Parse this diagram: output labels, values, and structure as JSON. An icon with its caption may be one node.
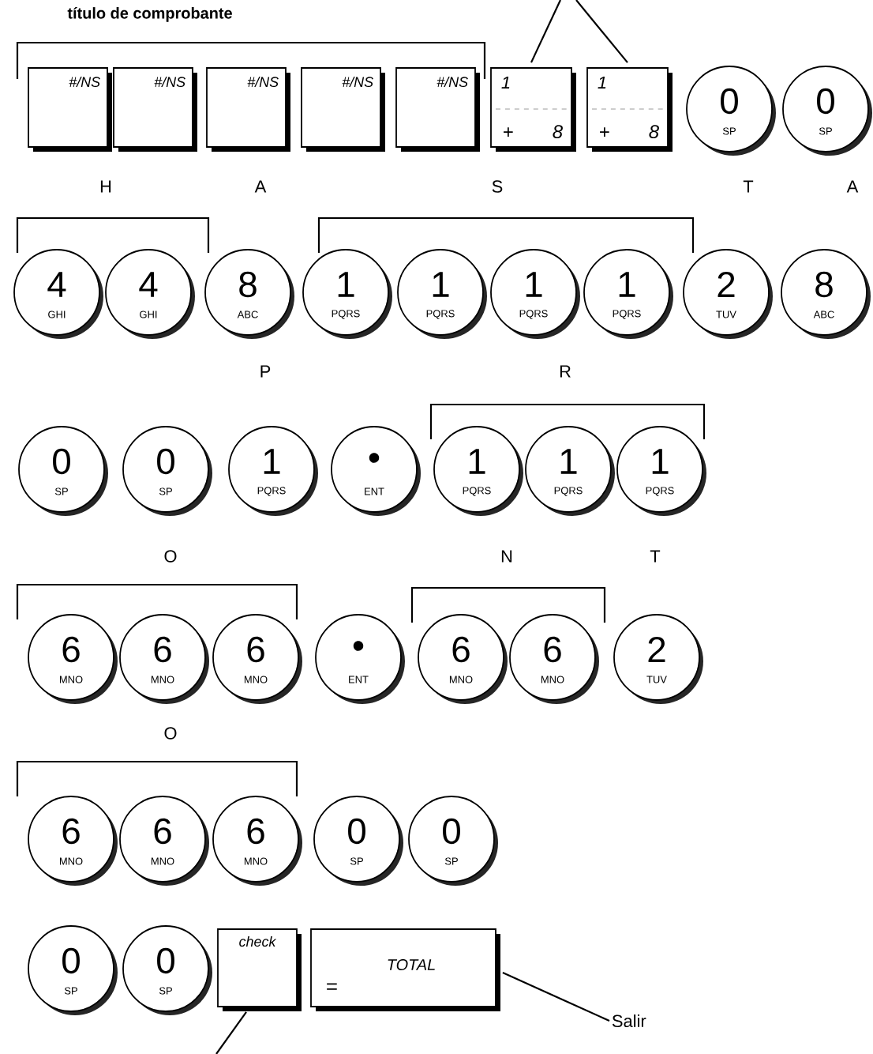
{
  "diagram": {
    "nodes": [
      {
        "text": [
          "#/NS"
        ]
      },
      {
        "text": [
          "#/NS"
        ]
      },
      {
        "text": [
          "#/NS"
        ]
      },
      {
        "text": [
          "#/NS"
        ]
      },
      {
        "text": [
          "#/NS"
        ]
      },
      {
        "text": [
          "1",
          "+",
          "8"
        ]
      },
      {
        "text": [
          "1",
          "+",
          "8"
        ]
      },
      {
        "text": [
          "0",
          "SP"
        ]
      },
      {
        "text": [
          "0",
          "SP"
        ]
      },
      {
        "text": [
          "4",
          "GHI"
        ]
      },
      {
        "text": [
          "4",
          "GHI"
        ]
      },
      {
        "text": [
          "8",
          "ABC"
        ]
      },
      {
        "text": [
          "1",
          "PQRS"
        ]
      },
      {
        "text": [
          "1",
          "PQRS"
        ]
      },
      {
        "text": [
          "1",
          "PQRS"
        ]
      },
      {
        "text": [
          "1",
          "PQRS"
        ]
      },
      {
        "text": [
          "2",
          "TUV"
        ]
      },
      {
        "text": [
          "8",
          "ABC"
        ]
      },
      {
        "text": [
          "0",
          "SP"
        ]
      },
      {
        "text": [
          "0",
          "SP"
        ]
      },
      {
        "text": [
          "1",
          "PQRS"
        ]
      },
      {
        "text": [
          "•",
          "ENT"
        ]
      },
      {
        "text": [
          "1",
          "PQRS"
        ]
      },
      {
        "text": [
          "1",
          "PQRS"
        ]
      },
      {
        "text": [
          "1",
          "PQRS"
        ]
      },
      {
        "text": [
          "6",
          "MNO"
        ]
      },
      {
        "text": [
          "6",
          "MNO"
        ]
      },
      {
        "text": [
          "6",
          "MNO"
        ]
      },
      {
        "text": [
          "•",
          "ENT"
        ]
      },
      {
        "text": [
          "6",
          "MNO"
        ]
      },
      {
        "text": [
          "6",
          "MNO"
        ]
      },
      {
        "text": [
          "2",
          "TUV"
        ]
      },
      {
        "text": [
          "6",
          "MNO"
        ]
      },
      {
        "text": [
          "6",
          "MNO"
        ]
      },
      {
        "text": [
          "6",
          "MNO"
        ]
      },
      {
        "text": [
          "0",
          "SP"
        ]
      },
      {
        "text": [
          "0",
          "SP"
        ]
      },
      {
        "text": [
          "0",
          "SP"
        ]
      },
      {
        "text": [
          "0",
          "SP"
        ]
      },
      {
        "text": [
          "check"
        ]
      },
      {
        "text": [
          "=",
          "TOTAL"
        ]
      },
      {
        "text": [
          "Salir"
        ]
      }
    ],
    "edges": [
      {
        "from": 5,
        "to": null,
        "arrow": "none"
      },
      {
        "from": 6,
        "to": null,
        "arrow": "none"
      },
      {
        "from": 39,
        "to": null,
        "arrow": "none"
      },
      {
        "from": 40,
        "to": 41,
        "arrow": "none"
      }
    ],
    "labels": [
      "título de comprobante",
      "H",
      "A",
      "S",
      "T",
      "A",
      "P",
      "R",
      "O",
      "N",
      "T",
      "O"
    ]
  }
}
